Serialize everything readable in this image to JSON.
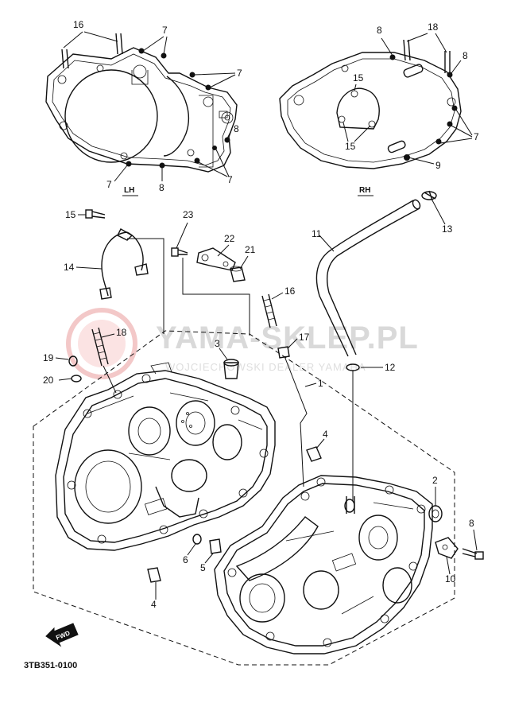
{
  "watermark": {
    "text": "YAMA-SKLEP.PL",
    "subtext": "WOJCIECHOWSKI DEALER YAMAHA"
  },
  "side_labels": {
    "left": "LH",
    "right": "RH"
  },
  "forward_label": "FWD",
  "diagram_code": "3TB351-0100",
  "callouts": {
    "lh_16": "16",
    "lh_7a": "7",
    "lh_7b": "7",
    "lh_7c": "7",
    "lh_7d": "7",
    "lh_8a": "8",
    "lh_8b": "8",
    "rh_8a": "8",
    "rh_18": "18",
    "rh_8b": "8",
    "rh_15a": "15",
    "rh_15b": "15",
    "rh_7": "7",
    "rh_9": "9",
    "p15": "15",
    "p23": "23",
    "p22": "22",
    "p21": "21",
    "p14": "14",
    "p11": "11",
    "p13": "13",
    "p16": "16",
    "p18": "18",
    "p3": "3",
    "p17": "17",
    "p19": "19",
    "p20": "20",
    "p12": "12",
    "p1": "1",
    "p4a": "4",
    "p2": "2",
    "p6": "6",
    "p5": "5",
    "p4b": "4",
    "p8": "8",
    "p10": "10"
  }
}
